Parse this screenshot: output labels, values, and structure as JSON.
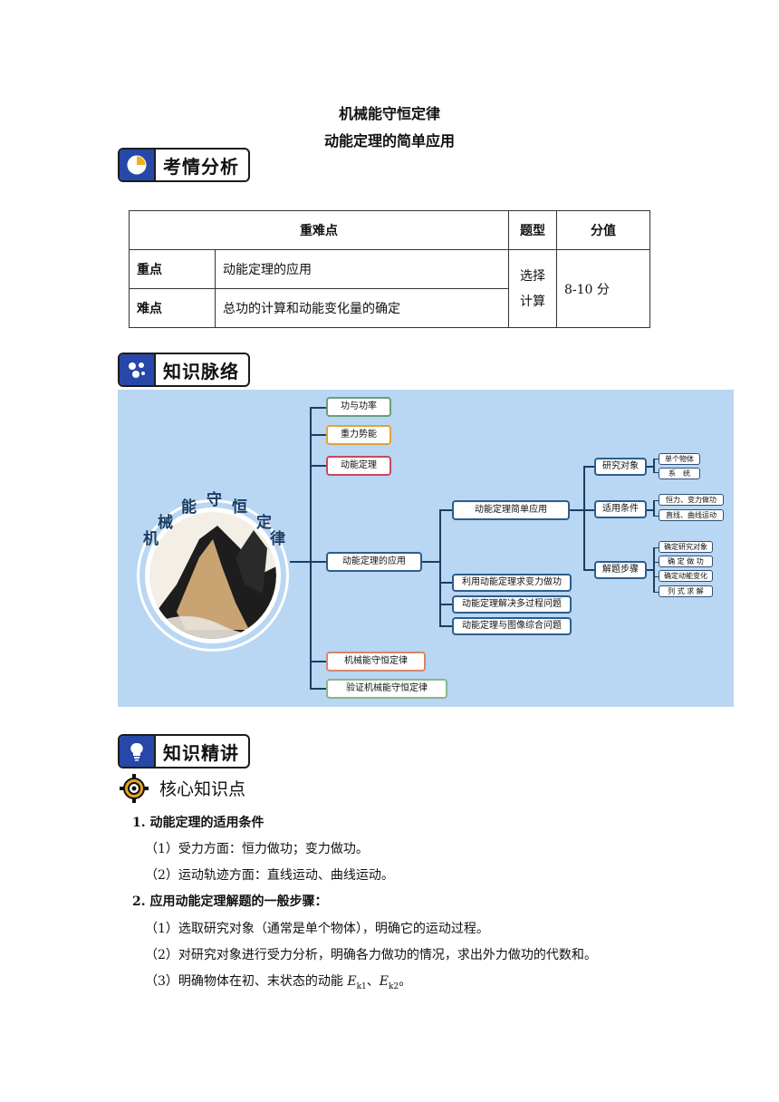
{
  "titles": {
    "main": "机械能守恒定律",
    "sub": "动能定理的简单应用"
  },
  "banners": {
    "analysis": "考情分析",
    "knowledge": "知识脉络",
    "lecture": "知识精讲"
  },
  "table": {
    "header": {
      "col1": "重难点",
      "col2": "题型",
      "col3": "分值"
    },
    "rows": [
      {
        "label": "重点",
        "content": "动能定理的应用"
      },
      {
        "label": "难点",
        "content": "总功的计算和动能变化量的确定"
      }
    ],
    "type_line1": "选择",
    "type_line2": "计算",
    "score": "8-10 分"
  },
  "mindmap": {
    "center_chars": [
      "机",
      "械",
      "能",
      "守",
      "恒",
      "定",
      "律"
    ],
    "branches": [
      "功与功率",
      "重力势能",
      "动能定理",
      "动能定理的应用",
      "机械能守恒定律",
      "验证机械能守恒定律"
    ],
    "apply": [
      "动能定理简单应用",
      "利用动能定理求变力做功",
      "动能定理解决多过程问题",
      "动能定理与图像综合问题"
    ],
    "simple": [
      "研究对象",
      "适用条件",
      "解题步骤"
    ],
    "objects": [
      "单个物体",
      "系　统"
    ],
    "conditions": [
      "恒力、变力做功",
      "直线、曲线运动"
    ],
    "steps": [
      "确定研究对象",
      "确 定 做 功",
      "确定动能变化",
      "列 式 求 解"
    ]
  },
  "core": {
    "heading": "核心知识点",
    "s1_title": "1.  动能定理的适用条件",
    "s1_items": [
      "（1）受力方面：恒力做功；变力做功。",
      "（2）运动轨迹方面：直线运动、曲线运动。"
    ],
    "s2_title": "2.  应用动能定理解题的一般步骤：",
    "s2_items": [
      "（1）选取研究对象（通常是单个物体），明确它的运动过程。",
      "（2）对研究对象进行受力分析，明确各力做功的情况，求出外力做功的代数和。"
    ],
    "s2_item3_prefix": "（3）明确物体在初、末状态的动能 ",
    "ek1_base": "E",
    "ek1_sub": "k1",
    "ek_sep": "、",
    "ek2_base": "E",
    "ek2_sub": "k2",
    "end_mark": "。"
  }
}
